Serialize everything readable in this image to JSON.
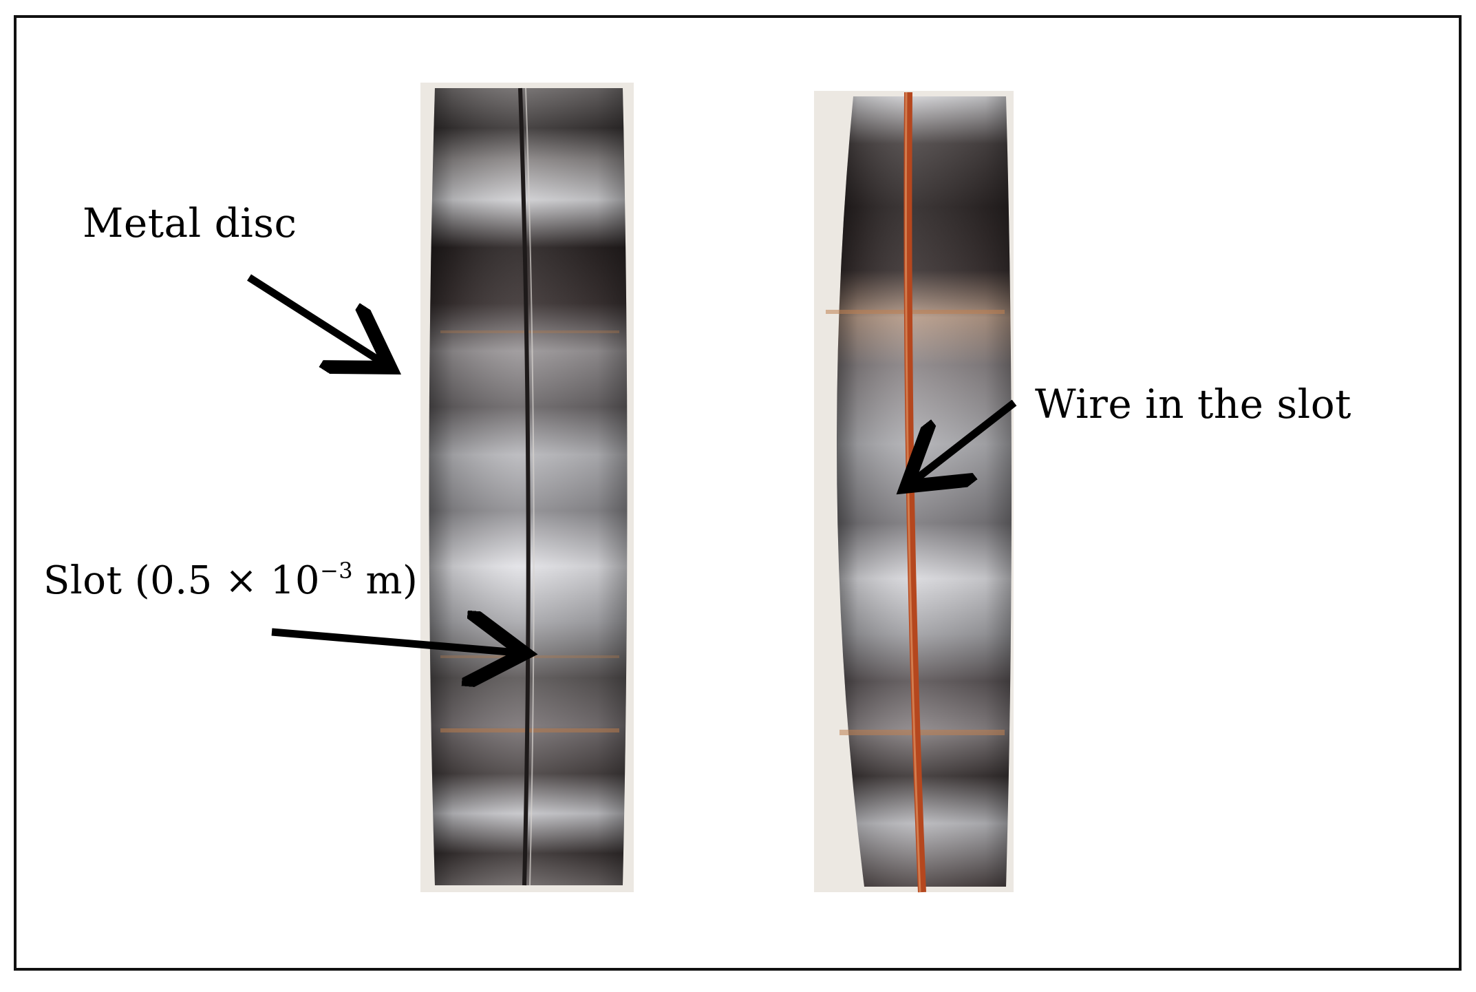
{
  "labels": {
    "metal_disc": "Metal disc",
    "slot_prefix": "Slot (0.5 × 10",
    "slot_exponent": "−3",
    "slot_suffix": " m)",
    "wire_in_slot": "Wire in the slot"
  },
  "colors": {
    "frame": "#111111",
    "arrow": "#000000",
    "steel_dark": "#2a2a2c",
    "steel_light": "#d9d9db",
    "copper_wire": "#b5471e",
    "copper_highlight": "#c8753a"
  }
}
